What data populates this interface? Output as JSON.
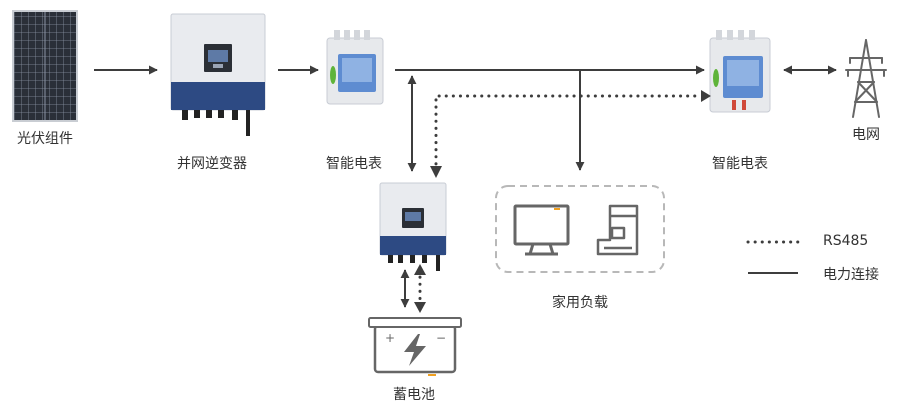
{
  "nodes": {
    "pv": {
      "label": "光伏组件"
    },
    "inverter": {
      "label": "并网逆变器"
    },
    "meter_left": {
      "label": "智能电表"
    },
    "meter_right": {
      "label": "智能电表"
    },
    "grid": {
      "label": "电网"
    },
    "loads": {
      "label": "家用负载"
    },
    "battery": {
      "label": "蓄电池"
    }
  },
  "legend": {
    "rs485": "RS485",
    "power": "电力连接"
  },
  "colors": {
    "line": "#3d3d3d",
    "inverter_body": "#e9ebef",
    "inverter_band": "#2d4a83",
    "meter_screen": "#5e8cd1",
    "meter_accent": "#5fb43a",
    "pv_cell": "#2a2f38",
    "accent_orange": "#f0a020",
    "dash_box": "#b8b8b8"
  }
}
